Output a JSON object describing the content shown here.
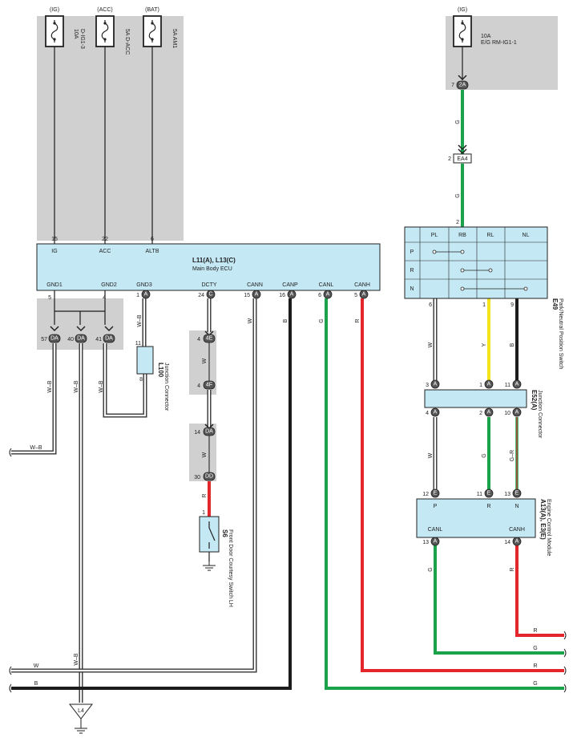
{
  "colors": {
    "shade": "#d0d0d0",
    "box": "#c4e8f4",
    "green": "#1aa34a",
    "red": "#e3262b",
    "black": "#1c1c1c",
    "yellow": "#f4e21a",
    "outline": "#333333"
  },
  "fuses": [
    {
      "header": "(IG)",
      "rating": "10A",
      "name": "D-IG1-3"
    },
    {
      "header": "(ACC)",
      "rating": "5A",
      "name": "D-ACC"
    },
    {
      "header": "(BAT)",
      "rating": "5A",
      "name": "AM1"
    },
    {
      "header": "(IG)",
      "rating": "10A",
      "name": "E/G RM-IG1-1"
    }
  ],
  "ecu": {
    "id": "L11(A), L13(C)",
    "name": "Main Body ECU",
    "top_pins": [
      {
        "num": "15",
        "label": "IG"
      },
      {
        "num": "22",
        "label": "ACC"
      },
      {
        "num": "6",
        "label": "ALTB"
      }
    ],
    "bottom_pins": [
      {
        "label": "GND1",
        "num": "5",
        "conn": ""
      },
      {
        "label": "GND2",
        "num": "4",
        "conn": ""
      },
      {
        "label": "GND3",
        "num": "1",
        "conn": "A"
      },
      {
        "label": "DCTY",
        "num": "24",
        "conn": "C"
      },
      {
        "label": "CANN",
        "num": "15",
        "conn": "A"
      },
      {
        "label": "CANP",
        "num": "16",
        "conn": "A"
      },
      {
        "label": "CANL",
        "num": "6",
        "conn": "A"
      },
      {
        "label": "CANH",
        "num": "5",
        "conn": "A"
      }
    ]
  },
  "da_connectors": [
    {
      "pin": "57",
      "code": "DA"
    },
    {
      "pin": "40",
      "code": "DA"
    },
    {
      "pin": "41",
      "code": "DA"
    }
  ],
  "l100": {
    "id": "L100",
    "name": "Junction Connector",
    "pin_top": "11",
    "pin_bottom": "8"
  },
  "inline_connectors": [
    {
      "pin": "4",
      "code": "4E"
    },
    {
      "pin": "4",
      "code": "4F"
    },
    {
      "pin": "14",
      "code": "DA"
    },
    {
      "pin": "30",
      "code": "DD"
    }
  ],
  "s6": {
    "id": "S6",
    "name": "Front Door Courtesy Switch LH",
    "pin": "1"
  },
  "ea4": {
    "pin": "2",
    "code": "EA4"
  },
  "conn_2a": {
    "pin": "7",
    "code": "2A"
  },
  "park_switch": {
    "id": "E49",
    "name": "Park/Neutral Position Switch",
    "columns": [
      "PL",
      "RB",
      "RL",
      "NL"
    ],
    "rows": [
      "P",
      "R",
      "N"
    ],
    "top_pin": "2",
    "bottom_pins": [
      "6",
      "1",
      "9"
    ]
  },
  "e52": {
    "id": "E52(A)",
    "name": "Junction Connector",
    "top_pins": [
      "3",
      "1",
      "11"
    ],
    "bottom_pins": [
      "4",
      "2",
      "10"
    ],
    "conn": "A"
  },
  "ecm": {
    "id": "A13(A), E3(E)",
    "name": "Engine Control Module",
    "top_pins": [
      {
        "num": "12",
        "label": "P",
        "conn": "E"
      },
      {
        "num": "11",
        "label": "R",
        "conn": "E"
      },
      {
        "num": "13",
        "label": "N",
        "conn": "E"
      }
    ],
    "bottom_pins": [
      {
        "num": "13",
        "label": "CANL",
        "conn": "A"
      },
      {
        "num": "14",
        "label": "CANH",
        "conn": "A"
      }
    ]
  },
  "ground_ref": "L4",
  "wires": {
    "W_B": "W–B",
    "W": "W",
    "B": "B",
    "G": "G",
    "R": "R",
    "Y": "Y",
    "G_R": "G–R"
  }
}
